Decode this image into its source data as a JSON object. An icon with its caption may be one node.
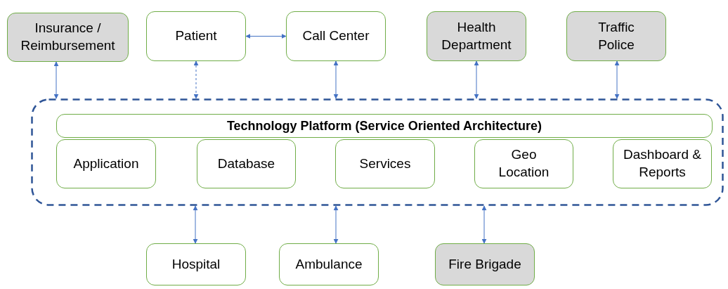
{
  "diagram": {
    "nodes": [
      {
        "text": [
          "Insurance / Reimbursement"
        ]
      },
      {
        "text": [
          "Patient"
        ]
      },
      {
        "text": [
          "Call Center"
        ]
      },
      {
        "text": [
          "Health Department"
        ]
      },
      {
        "text": [
          "Traffic Police"
        ]
      },
      {
        "text": [],
        "shape": "box"
      },
      {
        "text": [
          "Technology Platform (Service Oriented Architecture)"
        ],
        "in": 5
      },
      {
        "text": [
          "Application"
        ],
        "in": 5
      },
      {
        "text": [
          "Database"
        ],
        "in": 5
      },
      {
        "text": [
          "Services"
        ],
        "in": 5
      },
      {
        "text": [
          "Geo Location"
        ],
        "in": 5
      },
      {
        "text": [
          "Dashboard & Reports"
        ],
        "in": 5
      },
      {
        "text": [
          "Hospital"
        ]
      },
      {
        "text": [
          "Ambulance"
        ]
      },
      {
        "text": [
          "Fire Brigade"
        ]
      }
    ],
    "edges": [
      {
        "from": 0,
        "to": 5,
        "arrow": "both"
      },
      {
        "from": 1,
        "to": 2,
        "arrow": "both"
      },
      {
        "from": 1,
        "to": 5,
        "arrow": "both",
        "style": "dashed"
      },
      {
        "from": 2,
        "to": 5,
        "arrow": "both"
      },
      {
        "from": 3,
        "to": 5,
        "arrow": "both"
      },
      {
        "from": 4,
        "to": 5,
        "arrow": "both"
      },
      {
        "from": 5,
        "to": 12,
        "arrow": "both"
      },
      {
        "from": 5,
        "to": 13,
        "arrow": "both"
      },
      {
        "from": 5,
        "to": 14,
        "arrow": "both"
      }
    ]
  }
}
